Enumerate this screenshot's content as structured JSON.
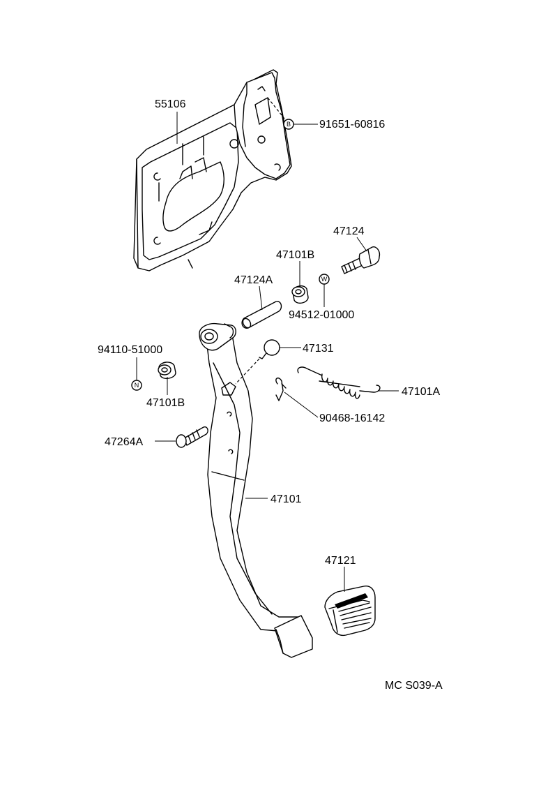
{
  "parts": {
    "p55106": "55106",
    "p91651": "91651-60816",
    "p47124": "47124",
    "p47101B_top": "47101B",
    "p47124A": "47124A",
    "p94512": "94512-01000",
    "p94110": "94110-51000",
    "p47131": "47131",
    "p47101B_left": "47101B",
    "p47101A": "47101A",
    "p90468": "90468-16142",
    "p47264A": "47264A",
    "p47101": "47101",
    "p47121": "47121"
  },
  "markers": {
    "b": "B",
    "w": "W",
    "n": "N"
  },
  "footer": {
    "code": "MC  S039-A"
  }
}
